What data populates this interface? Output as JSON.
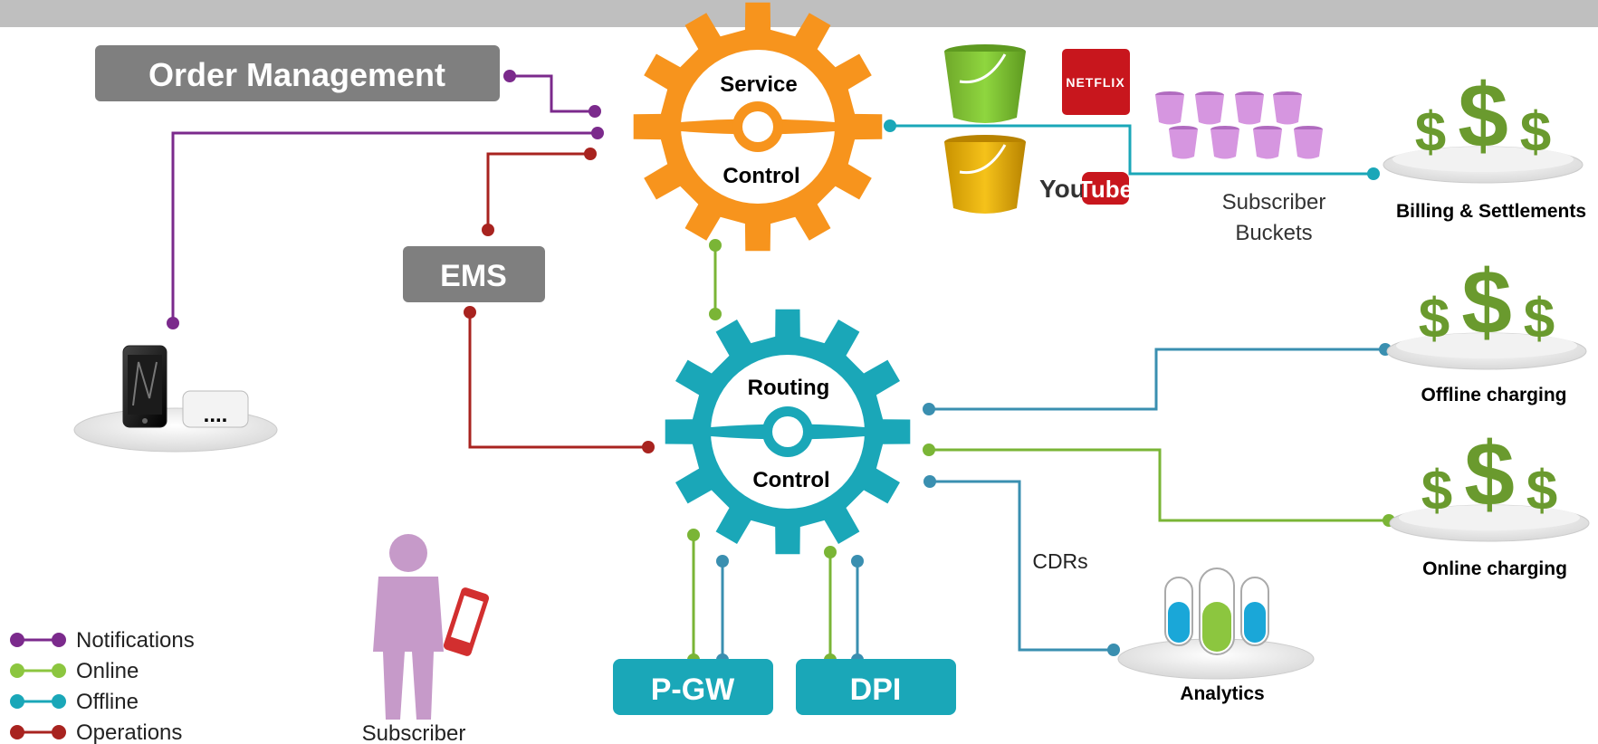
{
  "boxes": {
    "order_management": "Order Management",
    "ems": "EMS",
    "pgw": "P-GW",
    "dpi": "DPI"
  },
  "gears": {
    "service_top": "Service",
    "service_bottom": "Control",
    "routing_top": "Routing",
    "routing_bottom": "Control"
  },
  "logos": {
    "netflix": "NETFLIX",
    "youtube_you": "You",
    "youtube_tube": "Tube"
  },
  "labels": {
    "subscriber_buckets_line1": "Subscriber",
    "subscriber_buckets_line2": "Buckets",
    "billing": "Billing & Settlements",
    "offline_charging": "Offline charging",
    "online_charging": "Online charging",
    "cdrs": "CDRs",
    "analytics": "Analytics",
    "subscriber": "Subscriber",
    "device_dots": "...."
  },
  "legend": [
    {
      "label": "Notifications",
      "color": "#7b2a8c"
    },
    {
      "label": "Online",
      "color": "#8cc63f"
    },
    {
      "label": "Offline",
      "color": "#1aa7b8"
    },
    {
      "label": "Operations",
      "color": "#a8231f"
    }
  ],
  "colors": {
    "notifications": "#7b2a8c",
    "online": "#7ab536",
    "offline": "#3a9db5",
    "operations": "#a8231f",
    "service_gear": "#f7941d",
    "routing_gear": "#1aa7b8",
    "gray_box": "#7f7f7f",
    "teal_box": "#1aa7b8",
    "dollar": "#6a9a2e"
  }
}
